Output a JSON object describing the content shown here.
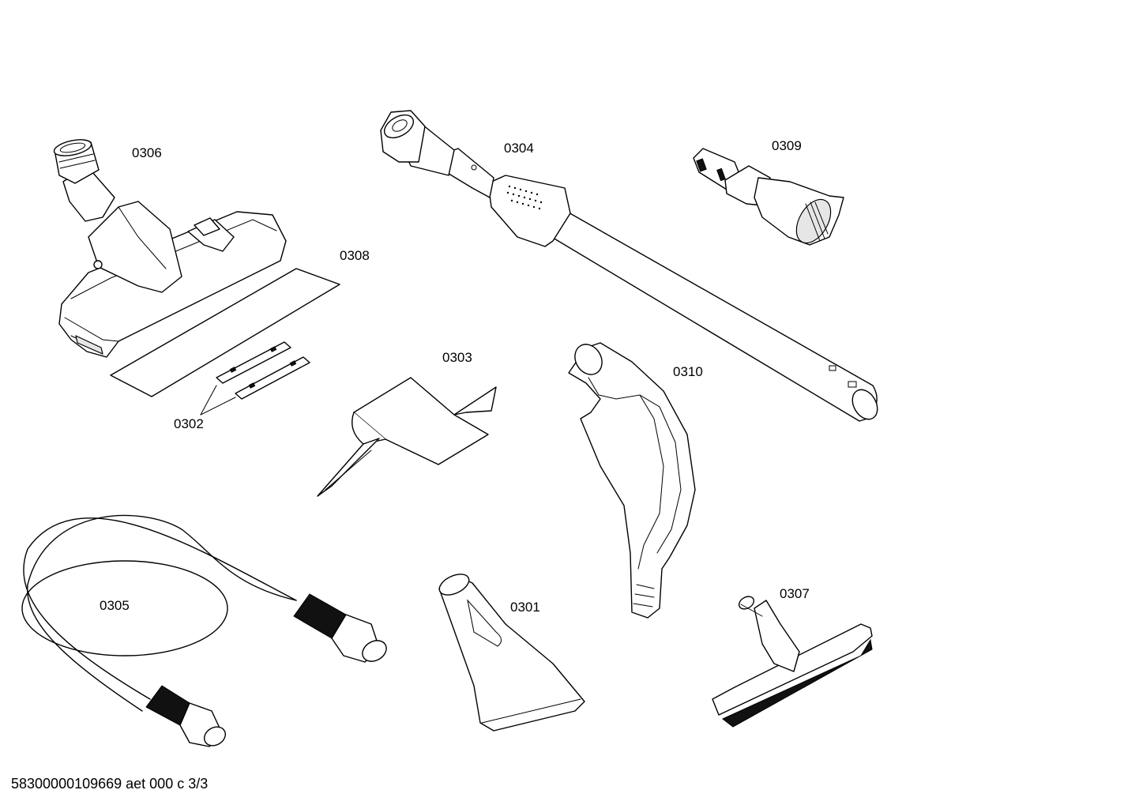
{
  "labels": {
    "p0306": "0306",
    "p0304": "0304",
    "p0309": "0309",
    "p0308": "0308",
    "p0303": "0303",
    "p0310": "0310",
    "p0302": "0302",
    "p0305": "0305",
    "p0301": "0301",
    "p0307": "0307"
  },
  "footer": "58300000109669 aet 000 c 3/3"
}
